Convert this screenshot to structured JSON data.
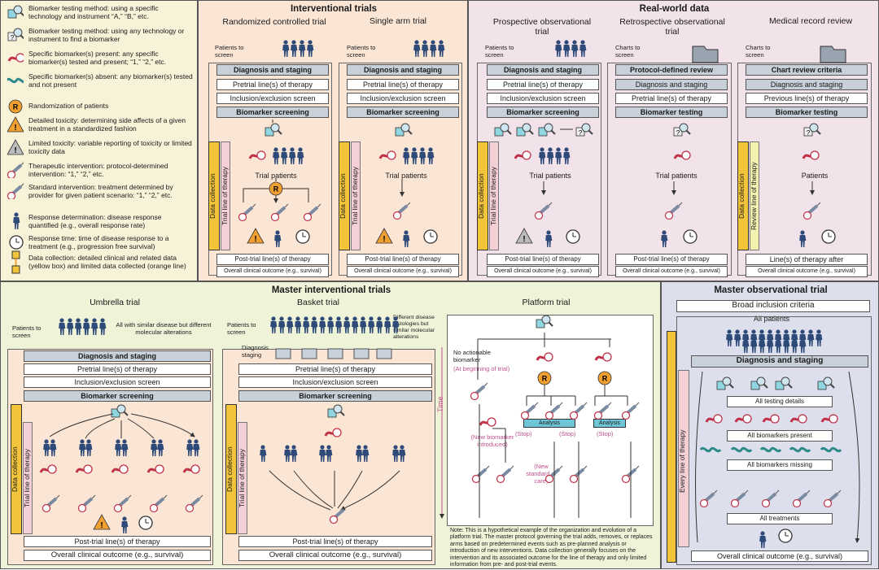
{
  "legend": [
    "Biomarker testing method: using a specific technology and instrument “A,” “B,” etc.",
    "Biomarker testing method: using any technology or instrument to find a biomarker",
    "Specific biomarker(s) present: any specific biomarker(s) tested and present; “1,” “2,” etc.",
    "Specific biomarker(s) absent: any biomarker(s) tested and not present",
    "Randomization of patients",
    "Detailed toxicity: determining side affects of a given treatment in a standardized fashion",
    "Limited toxicity: variable reporting of toxicity or limited toxicity data",
    "Therapeutic intervention: protocol-determined intervention: “1,” “2,” etc.",
    "Standard intervention: treatment determined by provider for given patient scenario: “1,” “2,” etc.",
    "Response determination: disease response quantified (e.g., overall response rate)",
    "Response time: time of disease response to a treatment (e.g., progression free survival)",
    "Data collection: detailed clinical and related data (yellow box) and limited data collected (orange line)"
  ],
  "interventional": {
    "title": "Interventional trials",
    "rct": "Randomized controlled trial",
    "sat": "Single arm trial"
  },
  "rwd": {
    "title": "Real-world data",
    "pot": "Prospective observational trial",
    "rot": "Retrospective observational trial",
    "mrr": "Medical record review"
  },
  "lbl": {
    "patients_screen": "Patients to screen",
    "charts_screen": "Charts to screen",
    "diag": "Diagnosis and staging",
    "pretrial": "Pretrial line(s) of therapy",
    "incl": "Inclusion/exclusion screen",
    "bioscreen": "Biomarker screening",
    "biotest": "Biomarker testing",
    "trial_pat": "Trial patients",
    "patients": "Patients",
    "posttrial": "Post-trial line(s) of therapy",
    "overall": "Overall clinical outcome (e.g., survival)",
    "datacoll": "Data collection",
    "trialline": "Trial line of therapy",
    "reviewline": "Review line of therapy",
    "everyline": "Every line of therapy",
    "proto_review": "Protocol-defined review",
    "chart_crit": "Chart review criteria",
    "prev_lines": "Previous line(s) of therapy",
    "lines_after": "Line(s) of therapy after",
    "diagnosis": "Diagnosis",
    "staging": "staging"
  },
  "master": {
    "title": "Master interventional trials",
    "umbrella": "Umbrella trial",
    "basket": "Basket trial",
    "platform": "Platform trial",
    "umb_note": "All with similar disease but different molecular alterations",
    "bask_note": "Different disease histologies but similar molecular alterations"
  },
  "platform": {
    "no_bio": "No actionable biomarker",
    "begin": "(At beginning of trial)",
    "new_bio": "(New biomarker introduced)",
    "new_std": "(New standard of care)",
    "analysis": "Analysis",
    "stop": "(Stop)",
    "time": "Time",
    "note": "Note: This is a hypothetical example of the organization and evolution of a platform trial. The master protocol governing the trial adds, removes, or replaces arms based on predetermined events such as pre-planned analysis or introduction of new interventions. Data collection generally focuses on the intervention and its associated outcome for the line of therapy and only limited information from pre- and post-trial events."
  },
  "observ": {
    "title": "Master observational trial",
    "broad": "Broad inclusion criteria",
    "all_pat": "All patients",
    "testing": "All testing details",
    "present": "All biomarkers present",
    "missing": "All biomarkers missing",
    "treat": "All treatments"
  },
  "colors": {
    "peach": "#fbe6d6",
    "bluegray": "#c8d0da",
    "cream": "#f7f2d8",
    "lav": "#dde0ec",
    "orange": "#f0a030",
    "yellow": "#f2c43a",
    "red": "#c03048",
    "teal": "#2d8a8a"
  }
}
